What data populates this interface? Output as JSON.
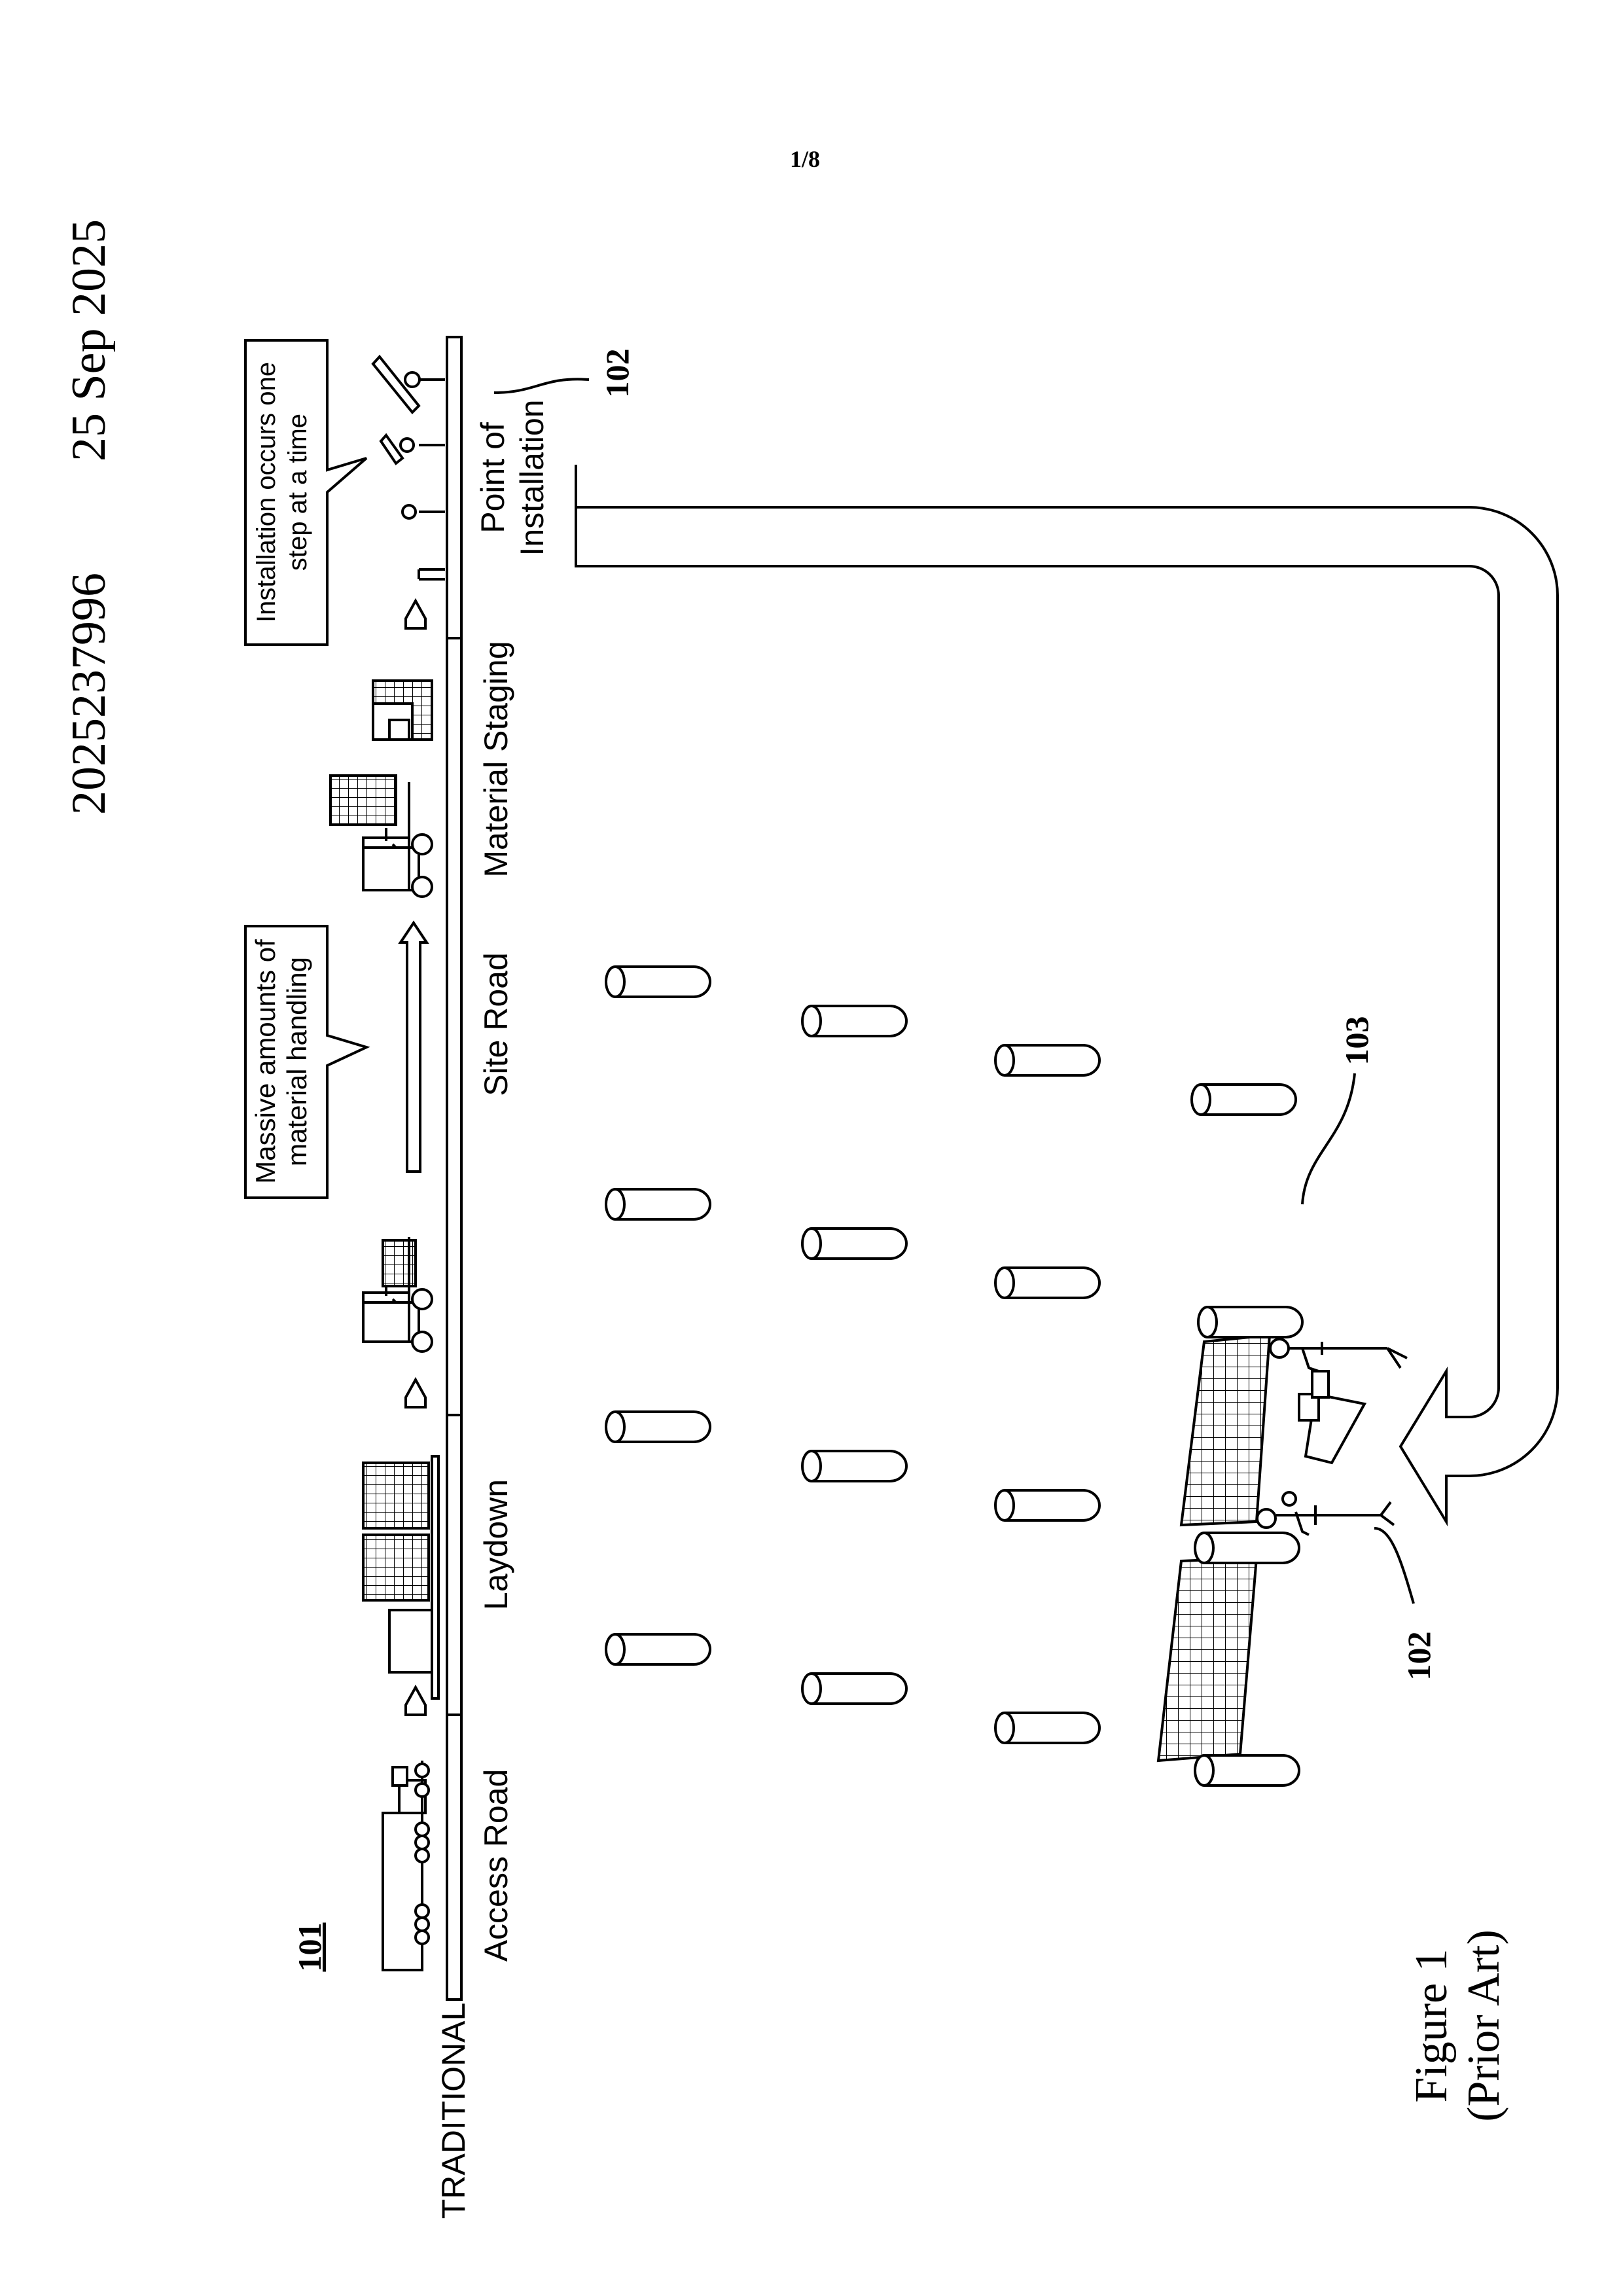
{
  "header": {
    "page_number": "1/8",
    "publication_number": "2025237996",
    "publication_date": "25 Sep 2025"
  },
  "diagram": {
    "figure_ref": "101",
    "row_label": "TRADITIONAL",
    "stages": [
      "Access Road",
      "Laydown",
      "Site Road",
      "Material Staging",
      "Point of",
      "Installation"
    ],
    "callouts": {
      "material_line1": "Massive amounts of",
      "material_line2": "material handling",
      "install_line1": "Installation occurs one",
      "install_line2": "step at a time"
    },
    "ref_worker_top": "102",
    "ref_field": "103",
    "ref_worker_bottom": "102"
  },
  "caption": {
    "title": "Figure 1",
    "subtitle": "(Prior Art)"
  }
}
